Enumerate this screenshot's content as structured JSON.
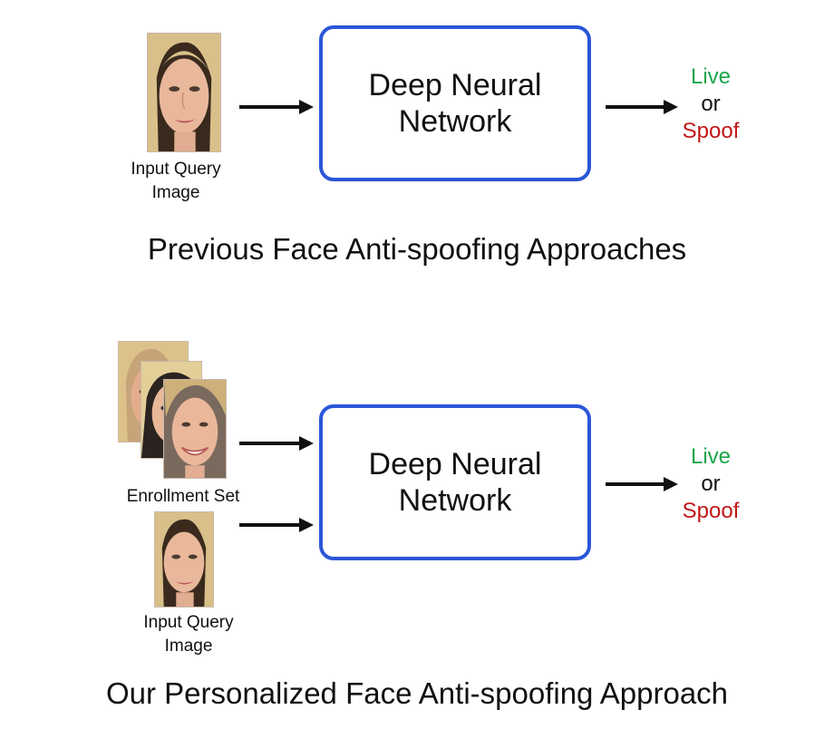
{
  "top": {
    "query_caption": "Input Query\nImage",
    "network_label": "Deep Neural\nNetwork",
    "output": {
      "live": "Live",
      "or": "or",
      "spoof": "Spoof"
    },
    "title": "Previous Face Anti-spoofing Approaches"
  },
  "bottom": {
    "enrollment_caption": "Enrollment Set",
    "query_caption": "Input Query\nImage",
    "network_label": "Deep Neural\nNetwork",
    "output": {
      "live": "Live",
      "or": "or",
      "spoof": "Spoof"
    },
    "title": "Our Personalized Face Anti-spoofing Approach"
  },
  "colors": {
    "network_border": "#2b56d8",
    "live": "#1aa64a",
    "spoof": "#c01818",
    "arrow": "#111111"
  }
}
